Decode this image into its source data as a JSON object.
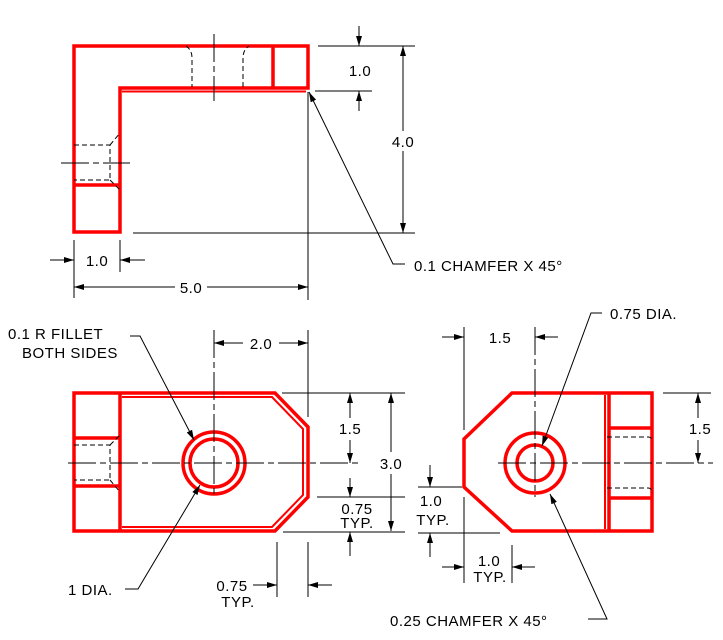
{
  "top_view": {
    "dim_thickness": "1.0",
    "dim_height": "4.0",
    "dim_leg_width": "1.0",
    "dim_length": "5.0",
    "chamfer_note": "0.1 CHAMFER X 45°"
  },
  "front_view": {
    "fillet_note_line1": "0.1 R FILLET",
    "fillet_note_line2": "BOTH SIDES",
    "dim_hole_x": "2.0",
    "dim_hole_y": "1.5",
    "dim_height": "3.0",
    "dim_chamfer_v": "0.75",
    "dim_chamfer_v_typ": "TYP.",
    "dim_chamfer_h": "0.75",
    "dim_chamfer_h_typ": "TYP.",
    "hole_note": "1 DIA."
  },
  "side_view": {
    "hole_note": "0.75 DIA.",
    "dim_hole_x": "1.5",
    "dim_hole_y": "1.5",
    "dim_chamfer_v": "1.0",
    "dim_chamfer_v_typ": "TYP.",
    "dim_chamfer_h": "1.0",
    "dim_chamfer_h_typ": "TYP.",
    "countersink_note": "0.25 CHAMFER X 45°"
  }
}
